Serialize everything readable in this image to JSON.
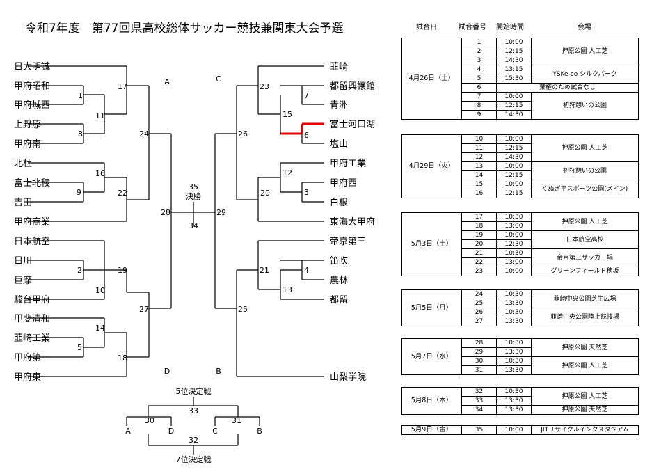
{
  "title": "令和7年度　第77回県高校総体サッカー競技兼関東大会予選",
  "bracket": {
    "left_teams": [
      "日大明誠",
      "甲府昭和",
      "甲府城西",
      "上野原",
      "甲府南",
      "北杜",
      "富士北稜",
      "吉田",
      "甲府商業",
      "日本航空",
      "日川",
      "巨摩",
      "駿台甲府",
      "甲斐清和",
      "韮崎工業",
      "甲府第一",
      "甲府東"
    ],
    "right_teams": [
      "韮崎",
      "都留興譲館",
      "青洲",
      "富士河口湖",
      "塩山",
      "甲府工業",
      "甲府西",
      "白根",
      "東海大甲府",
      "帝京第三",
      "笛吹",
      "農林",
      "都留",
      "山梨学院"
    ],
    "left_matches": [
      "1",
      "11",
      "8",
      "17",
      "16",
      "9",
      "22",
      "24",
      "2",
      "10",
      "19",
      "14",
      "5",
      "18",
      "27",
      "28"
    ],
    "right_matches": [
      "7",
      "15",
      "6",
      "23",
      "12",
      "3",
      "20",
      "26",
      "4",
      "13",
      "21",
      "25",
      "29"
    ],
    "final": {
      "top": "35",
      "label": "決勝",
      "bottom": "34"
    },
    "blocks": [
      "A",
      "C",
      "D",
      "B"
    ],
    "placement": {
      "fifth_label": "5位決定戦",
      "match_33": "33",
      "match_30": "30",
      "match_31": "31",
      "match_32": "32",
      "letters": [
        "A",
        "D",
        "C",
        "B"
      ],
      "seventh_label": "7位決定戦"
    },
    "winner": "富士河口湖",
    "highlight_color": "#e00000"
  },
  "schedule": {
    "headers": {
      "date": "試合日",
      "match_no": "試合番号",
      "time": "開始時間",
      "venue": "会場"
    },
    "groups": [
      {
        "date": "4月26日（土）",
        "rows": [
          {
            "no": "1",
            "time": "10:00"
          },
          {
            "no": "2",
            "time": "12:15"
          },
          {
            "no": "3",
            "time": "14:30"
          },
          {
            "no": "4",
            "time": "13:15"
          },
          {
            "no": "5",
            "time": "15:30"
          },
          {
            "no": "6",
            "time": ""
          },
          {
            "no": "7",
            "time": "10:00"
          },
          {
            "no": "8",
            "time": "12:15"
          },
          {
            "no": "9",
            "time": "14:30"
          }
        ],
        "venues": [
          {
            "span": 3,
            "name": "押原公園 人工芝"
          },
          {
            "span": 2,
            "name": "YSKe-co シルクパーク"
          },
          {
            "span": 1,
            "name": "棄権のため試合なし"
          },
          {
            "span": 3,
            "name": "初狩憩いの公園"
          }
        ]
      },
      {
        "date": "4月29日（火）",
        "rows": [
          {
            "no": "10",
            "time": "10:00"
          },
          {
            "no": "11",
            "time": "12:15"
          },
          {
            "no": "12",
            "time": "14:30"
          },
          {
            "no": "13",
            "time": "10:00"
          },
          {
            "no": "14",
            "time": "12:15"
          },
          {
            "no": "15",
            "time": "10:00"
          },
          {
            "no": "16",
            "time": "12:15"
          }
        ],
        "venues": [
          {
            "span": 3,
            "name": "押原公園 人工芝"
          },
          {
            "span": 2,
            "name": "初狩憩いの公園"
          },
          {
            "span": 2,
            "name": "くぬぎ平スポーツ公園(メイン)"
          }
        ]
      },
      {
        "date": "5月3日（土）",
        "rows": [
          {
            "no": "17",
            "time": "10:30"
          },
          {
            "no": "18",
            "time": "13:00"
          },
          {
            "no": "19",
            "time": "10:00"
          },
          {
            "no": "20",
            "time": "12:30"
          },
          {
            "no": "21",
            "time": "10:30"
          },
          {
            "no": "22",
            "time": "13:00"
          },
          {
            "no": "23",
            "time": "10:00"
          }
        ],
        "venues": [
          {
            "span": 2,
            "name": "押原公園 人工芝"
          },
          {
            "span": 2,
            "name": "日本航空高校"
          },
          {
            "span": 2,
            "name": "帝京第三サッカー場"
          },
          {
            "span": 1,
            "name": "グリーンフィールド穂坂"
          }
        ]
      },
      {
        "date": "5月5日（月）",
        "rows": [
          {
            "no": "24",
            "time": "10:30"
          },
          {
            "no": "25",
            "time": "13:30"
          },
          {
            "no": "26",
            "time": "10:30"
          },
          {
            "no": "27",
            "time": "13:30"
          }
        ],
        "venues": [
          {
            "span": 2,
            "name": "韮崎中央公園芝生広場"
          },
          {
            "span": 2,
            "name": "韮崎中央公園陸上競技場"
          }
        ]
      },
      {
        "date": "5月7日（水）",
        "rows": [
          {
            "no": "28",
            "time": "10:30"
          },
          {
            "no": "29",
            "time": "13:30"
          },
          {
            "no": "30",
            "time": "10:30"
          },
          {
            "no": "31",
            "time": "13:30"
          }
        ],
        "venues": [
          {
            "span": 2,
            "name": "押原公園 天然芝"
          },
          {
            "span": 2,
            "name": "押原公園 人工芝"
          }
        ]
      },
      {
        "date": "5月8日（木）",
        "rows": [
          {
            "no": "32",
            "time": "10:30"
          },
          {
            "no": "33",
            "time": "13:30"
          },
          {
            "no": "34",
            "time": "13:30"
          }
        ],
        "venues": [
          {
            "span": 2,
            "name": "押原公園 人工芝"
          },
          {
            "span": 1,
            "name": "押原公園 天然芝"
          }
        ]
      },
      {
        "date": "5月9日（金）",
        "rows": [
          {
            "no": "35",
            "time": "10:00"
          }
        ],
        "venues": [
          {
            "span": 1,
            "name": "JITリサイクルインクスタジアム"
          }
        ]
      }
    ]
  }
}
